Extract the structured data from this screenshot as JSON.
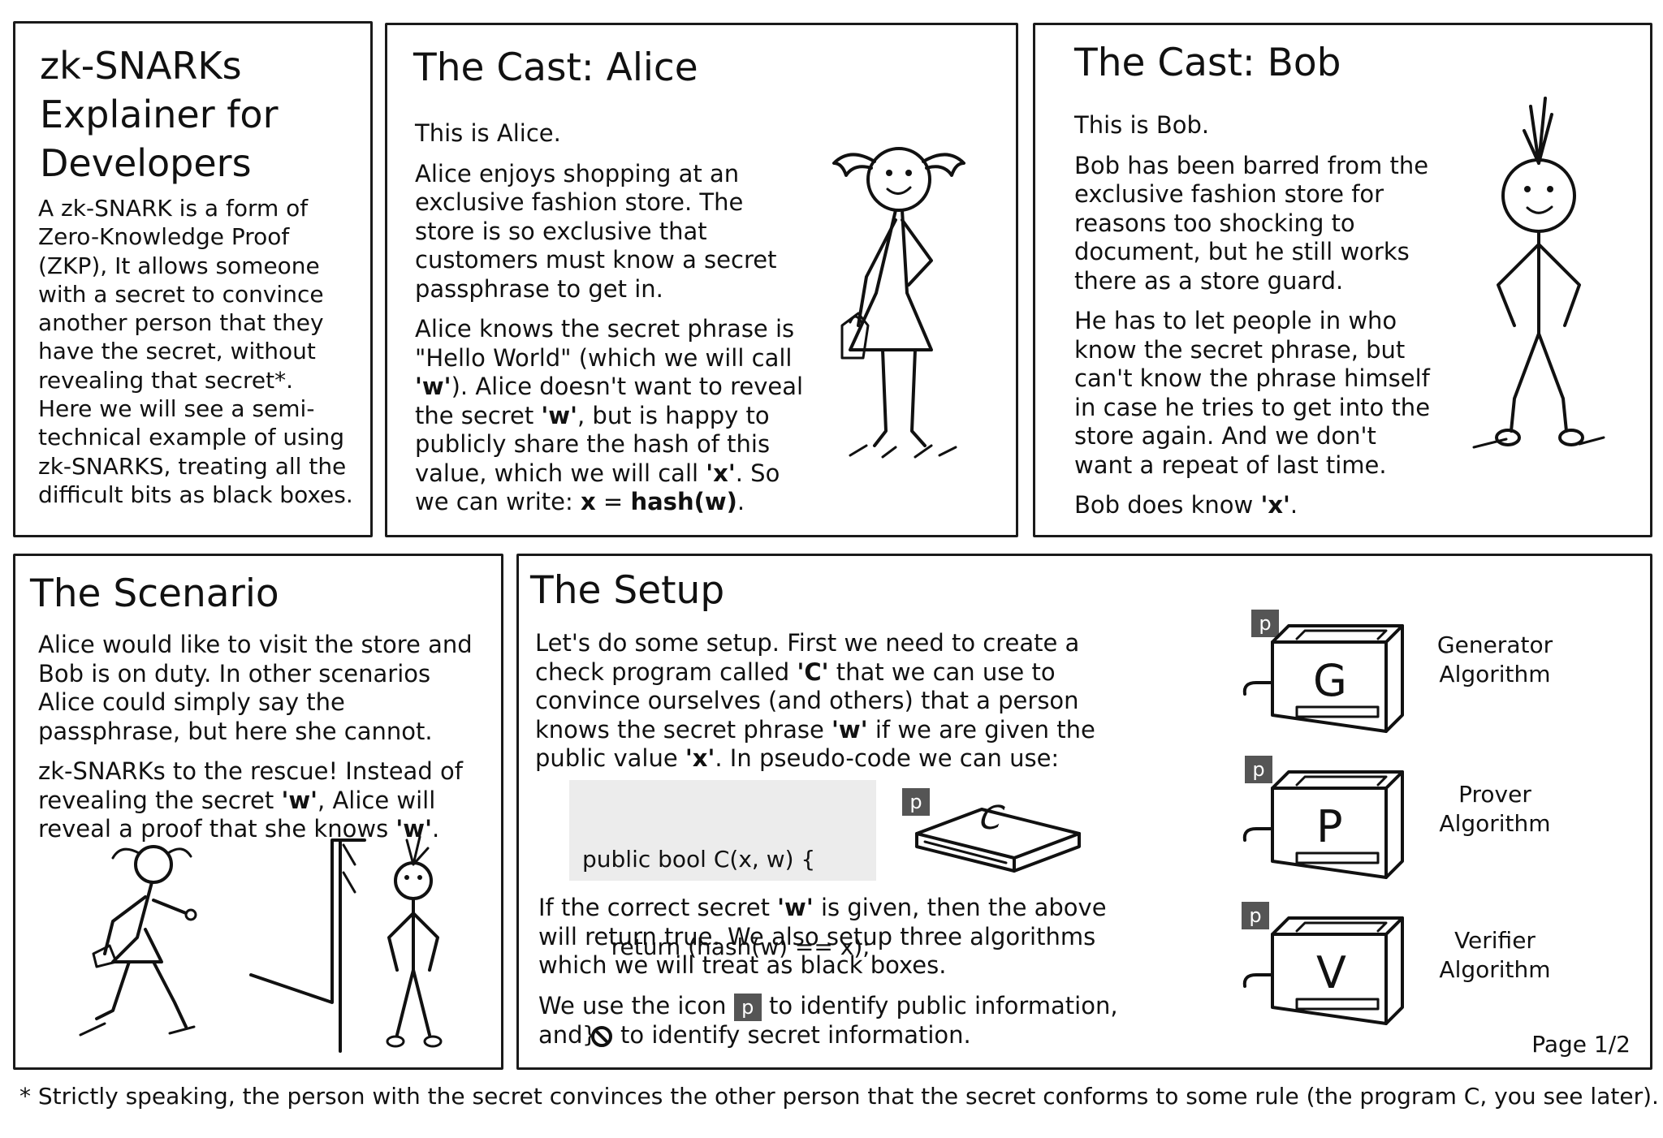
{
  "intro": {
    "title_l1": "zk-SNARKs",
    "title_l2": "Explainer for",
    "title_l3": "Developers",
    "body": "A zk-SNARK is a form of Zero-Knowledge Proof (ZKP), It allows someone with a secret to convince another person that they have the secret, without revealing that secret*.",
    "body2": "Here we will see a semi-technical example of using zk-SNARKS, treating all the difficult bits as black boxes."
  },
  "alice": {
    "title": "The Cast: Alice",
    "p1": "This is Alice.",
    "p2": "Alice enjoys shopping at an exclusive fashion store. The store is so exclusive that customers must know a secret passphrase to get in.",
    "p3_a": "Alice knows the secret phrase is \"Hello World\" (which we will call ",
    "p3_w1": "'w'",
    "p3_b": "). Alice doesn't want to reveal the secret ",
    "p3_w2": "'w'",
    "p3_c": ", but is happy to publicly share the hash of this value, which we will call ",
    "p3_x": "'x'",
    "p3_d": ". So we can write: ",
    "p3_eq_x": "x",
    "p3_eq": " = ",
    "p3_eq_h": "hash(w)",
    "p3_e": "."
  },
  "bob": {
    "title": "The Cast: Bob",
    "p1": "This is Bob.",
    "p2": "Bob has been barred from the exclusive fashion store for reasons too shocking to document, but he still works there as a store guard.",
    "p3": "He has to let people in who know the secret phrase, but can't know the phrase himself in case he tries to get into the store again. And we don't want a repeat of last time.",
    "p4_a": "Bob does know ",
    "p4_x": "'x'",
    "p4_b": "."
  },
  "scenario": {
    "title": "The Scenario",
    "p1": "Alice would like to visit the store and Bob is on duty. In other scenarios Alice could simply say the passphrase, but here she cannot.",
    "p2_a": "zk-SNARKs to the rescue! Instead of revealing the secret ",
    "p2_w1": "'w'",
    "p2_b": ", Alice will reveal a proof that she knows ",
    "p2_w2": "'w'",
    "p2_c": "."
  },
  "setup": {
    "title": "The Setup",
    "p1_a": "Let's do some setup. First we need to create a check program called ",
    "p1_c": "'C'",
    "p1_b": " that we can use to convince ourselves (and others) that a person knows the secret phrase ",
    "p1_w": "'w'",
    "p1_d": " if we are given the public value ",
    "p1_x": "'x'",
    "p1_e": ". In pseudo-code we can use:",
    "code_l1": "public bool C(x, w) {",
    "code_l2": "    return (hash(w) == x);",
    "code_l3": "}",
    "p2_a": "If the correct secret ",
    "p2_w": "'w'",
    "p2_b": " is given, then the above will return true. We also setup three algorithms which we will treat as black boxes.",
    "p3_a": "We use the icon ",
    "p3_b": " to identify public information,",
    "p3_c": "and ",
    "p3_d": " to identify secret information.",
    "badge_letter": "p",
    "box_c_letter": "C",
    "algorithms": [
      {
        "letter": "G",
        "label_l1": "Generator",
        "label_l2": "Algorithm"
      },
      {
        "letter": "P",
        "label_l1": "Prover",
        "label_l2": "Algorithm"
      },
      {
        "letter": "V",
        "label_l1": "Verifier",
        "label_l2": "Algorithm"
      }
    ],
    "page": "Page 1/2"
  },
  "footnote": "* Strictly speaking, the person with the secret convinces the other person that the secret conforms to some rule (the program C, you see later).",
  "icons": {
    "public": "p-badge-icon",
    "secret": "no-symbol-icon"
  },
  "colors": {
    "ink": "#111111",
    "badge": "#555555",
    "code_bg": "#ececec"
  }
}
